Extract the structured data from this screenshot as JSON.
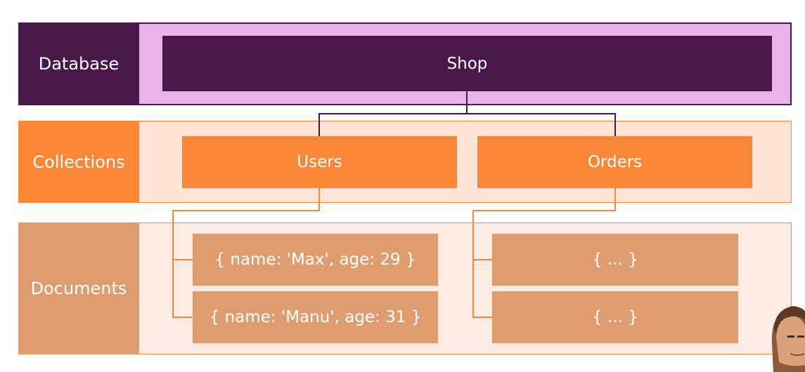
{
  "rows": {
    "database": {
      "label": "Database"
    },
    "collections": {
      "label": "Collections"
    },
    "documents": {
      "label": "Documents"
    }
  },
  "database_box": {
    "label": "Shop"
  },
  "collections_boxes": [
    {
      "label": "Users"
    },
    {
      "label": "Orders"
    }
  ],
  "documents_users": [
    {
      "label": "{ name: 'Max', age: 29 }"
    },
    {
      "label": "{ name: 'Manu', age: 31 }"
    }
  ],
  "documents_orders": [
    {
      "label": "{ ... }"
    },
    {
      "label": "{ ... }"
    }
  ],
  "colors": {
    "database_dark": "#4a1749",
    "database_light": "#e9b2e9",
    "collections_dark": "#fa8637",
    "collections_light": "#fde4d4",
    "documents_dark": "#df9c6f",
    "documents_light": "#fbebe2",
    "connector_database": "#4a1749",
    "connector_collections": "#fa8637"
  }
}
